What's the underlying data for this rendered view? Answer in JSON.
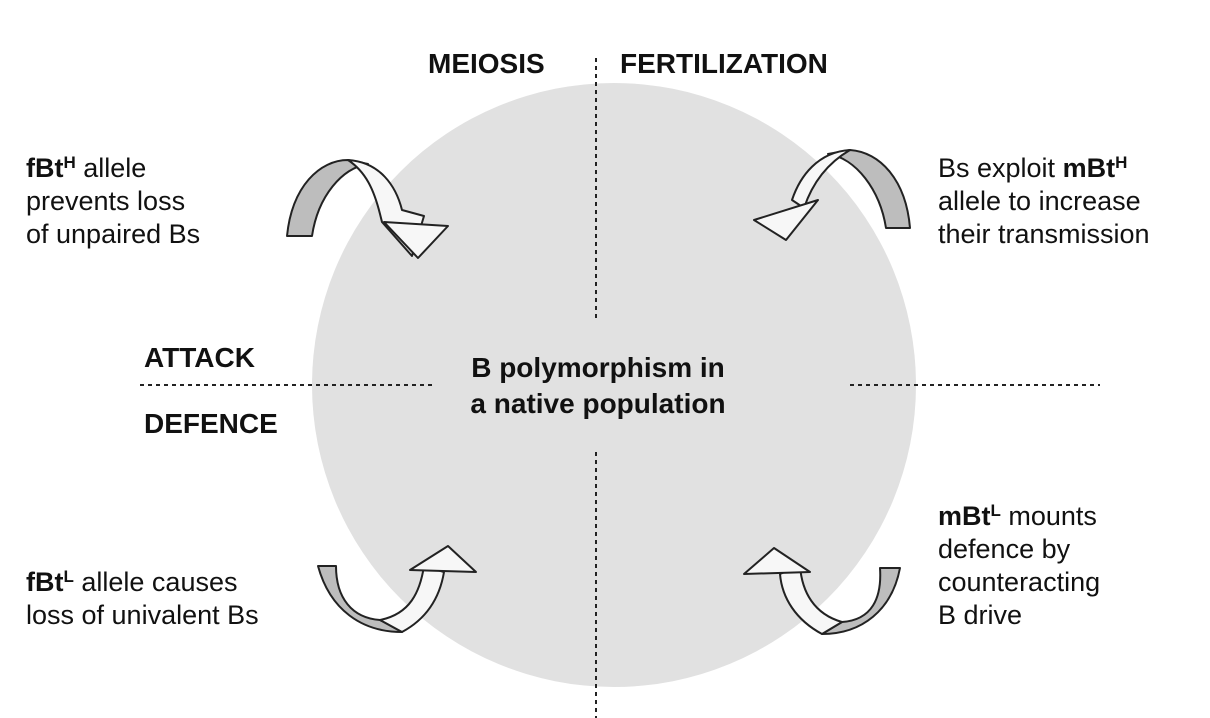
{
  "diagram": {
    "colors": {
      "circle_fill": "#e1e1e1",
      "arrow_dark": "#bdbdbd",
      "arrow_light": "#f7f7f7",
      "outline": "#222222",
      "divider": "#222222"
    },
    "labels": {
      "meiosis": "MEIOSIS",
      "fertilization": "FERTILIZATION",
      "attack": "ATTACK",
      "defence": "DEFENCE"
    },
    "center": {
      "line1": "B polymorphism in",
      "line2": "a native population"
    },
    "notes": {
      "top_left": {
        "bold": "fBt",
        "sup": "H",
        "tail": " allele",
        "line2": "prevents loss",
        "line3": "of unpaired Bs"
      },
      "top_right": {
        "pre": "Bs exploit ",
        "bold": "mBt",
        "sup": "H",
        "line2": "allele to increase",
        "line3": "their  transmission"
      },
      "bottom_left": {
        "bold": "fBt",
        "sup": "L",
        "tail": " allele causes",
        "line2": "loss of univalent Bs"
      },
      "bottom_right": {
        "bold": "mBt",
        "sup": "L",
        "tail": " mounts",
        "line2": "defence by",
        "line3": "counteracting",
        "line4": "B drive"
      }
    }
  }
}
